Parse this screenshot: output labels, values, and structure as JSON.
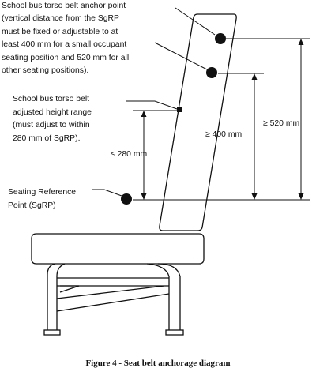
{
  "labels": {
    "anchor_point": [
      "School bus torso belt anchor point",
      "(vertical distance from the SgRP",
      "must be fixed or adjustable to at",
      "least 400 mm for a small occupant",
      "seating position and 520 mm for all",
      "other seating positions)."
    ],
    "height_range": [
      "School bus torso belt",
      "adjusted height range",
      "(must adjust to within",
      "280 mm of SgRP)."
    ],
    "sgrp": [
      "Seating Reference",
      "Point (SgRP)"
    ],
    "dim_280": "≤ 280 mm",
    "dim_400": "≥ 400 mm",
    "dim_520": "≥ 520 mm"
  },
  "caption": "Figure 4 - Seat belt anchorage diagram"
}
